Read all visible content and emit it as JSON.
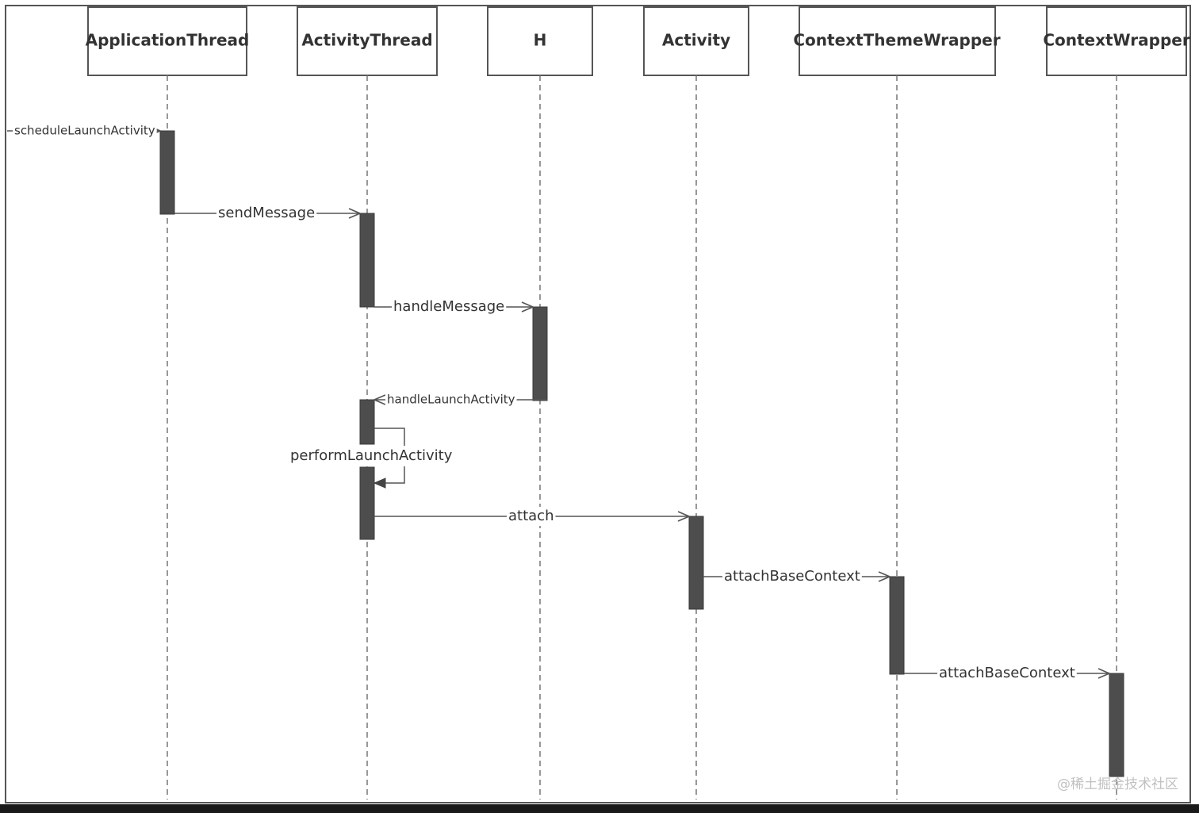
{
  "lifelines": [
    {
      "id": "application-thread",
      "label": "ApplicationThread"
    },
    {
      "id": "activity-thread",
      "label": "ActivityThread"
    },
    {
      "id": "h",
      "label": "H"
    },
    {
      "id": "activity",
      "label": "Activity"
    },
    {
      "id": "context-theme-wrapper",
      "label": "ContextThemeWrapper"
    },
    {
      "id": "context-wrapper",
      "label": "ContextWrapper"
    }
  ],
  "messages": [
    {
      "id": "schedule-launch-activity",
      "label": "scheduleLaunchActivity",
      "from": null,
      "to": "application-thread"
    },
    {
      "id": "send-message",
      "label": "sendMessage",
      "from": "application-thread",
      "to": "activity-thread"
    },
    {
      "id": "handle-message",
      "label": "handleMessage",
      "from": "activity-thread",
      "to": "h"
    },
    {
      "id": "handle-launch-activity",
      "label": "handleLaunchActivity",
      "from": "h",
      "to": "activity-thread"
    },
    {
      "id": "perform-launch-activity",
      "label": "performLaunchActivity",
      "from": "activity-thread",
      "to": "activity-thread"
    },
    {
      "id": "attach",
      "label": "attach",
      "from": "activity-thread",
      "to": "activity"
    },
    {
      "id": "attach-base-context-1",
      "label": "attachBaseContext",
      "from": "activity",
      "to": "context-theme-wrapper"
    },
    {
      "id": "attach-base-context-2",
      "label": "attachBaseContext",
      "from": "context-theme-wrapper",
      "to": "context-wrapper"
    }
  ],
  "watermark": "@稀土掘金技术社区",
  "colors": {
    "activation": "#4d4d4d",
    "line": "#555555",
    "text": "#333333"
  }
}
